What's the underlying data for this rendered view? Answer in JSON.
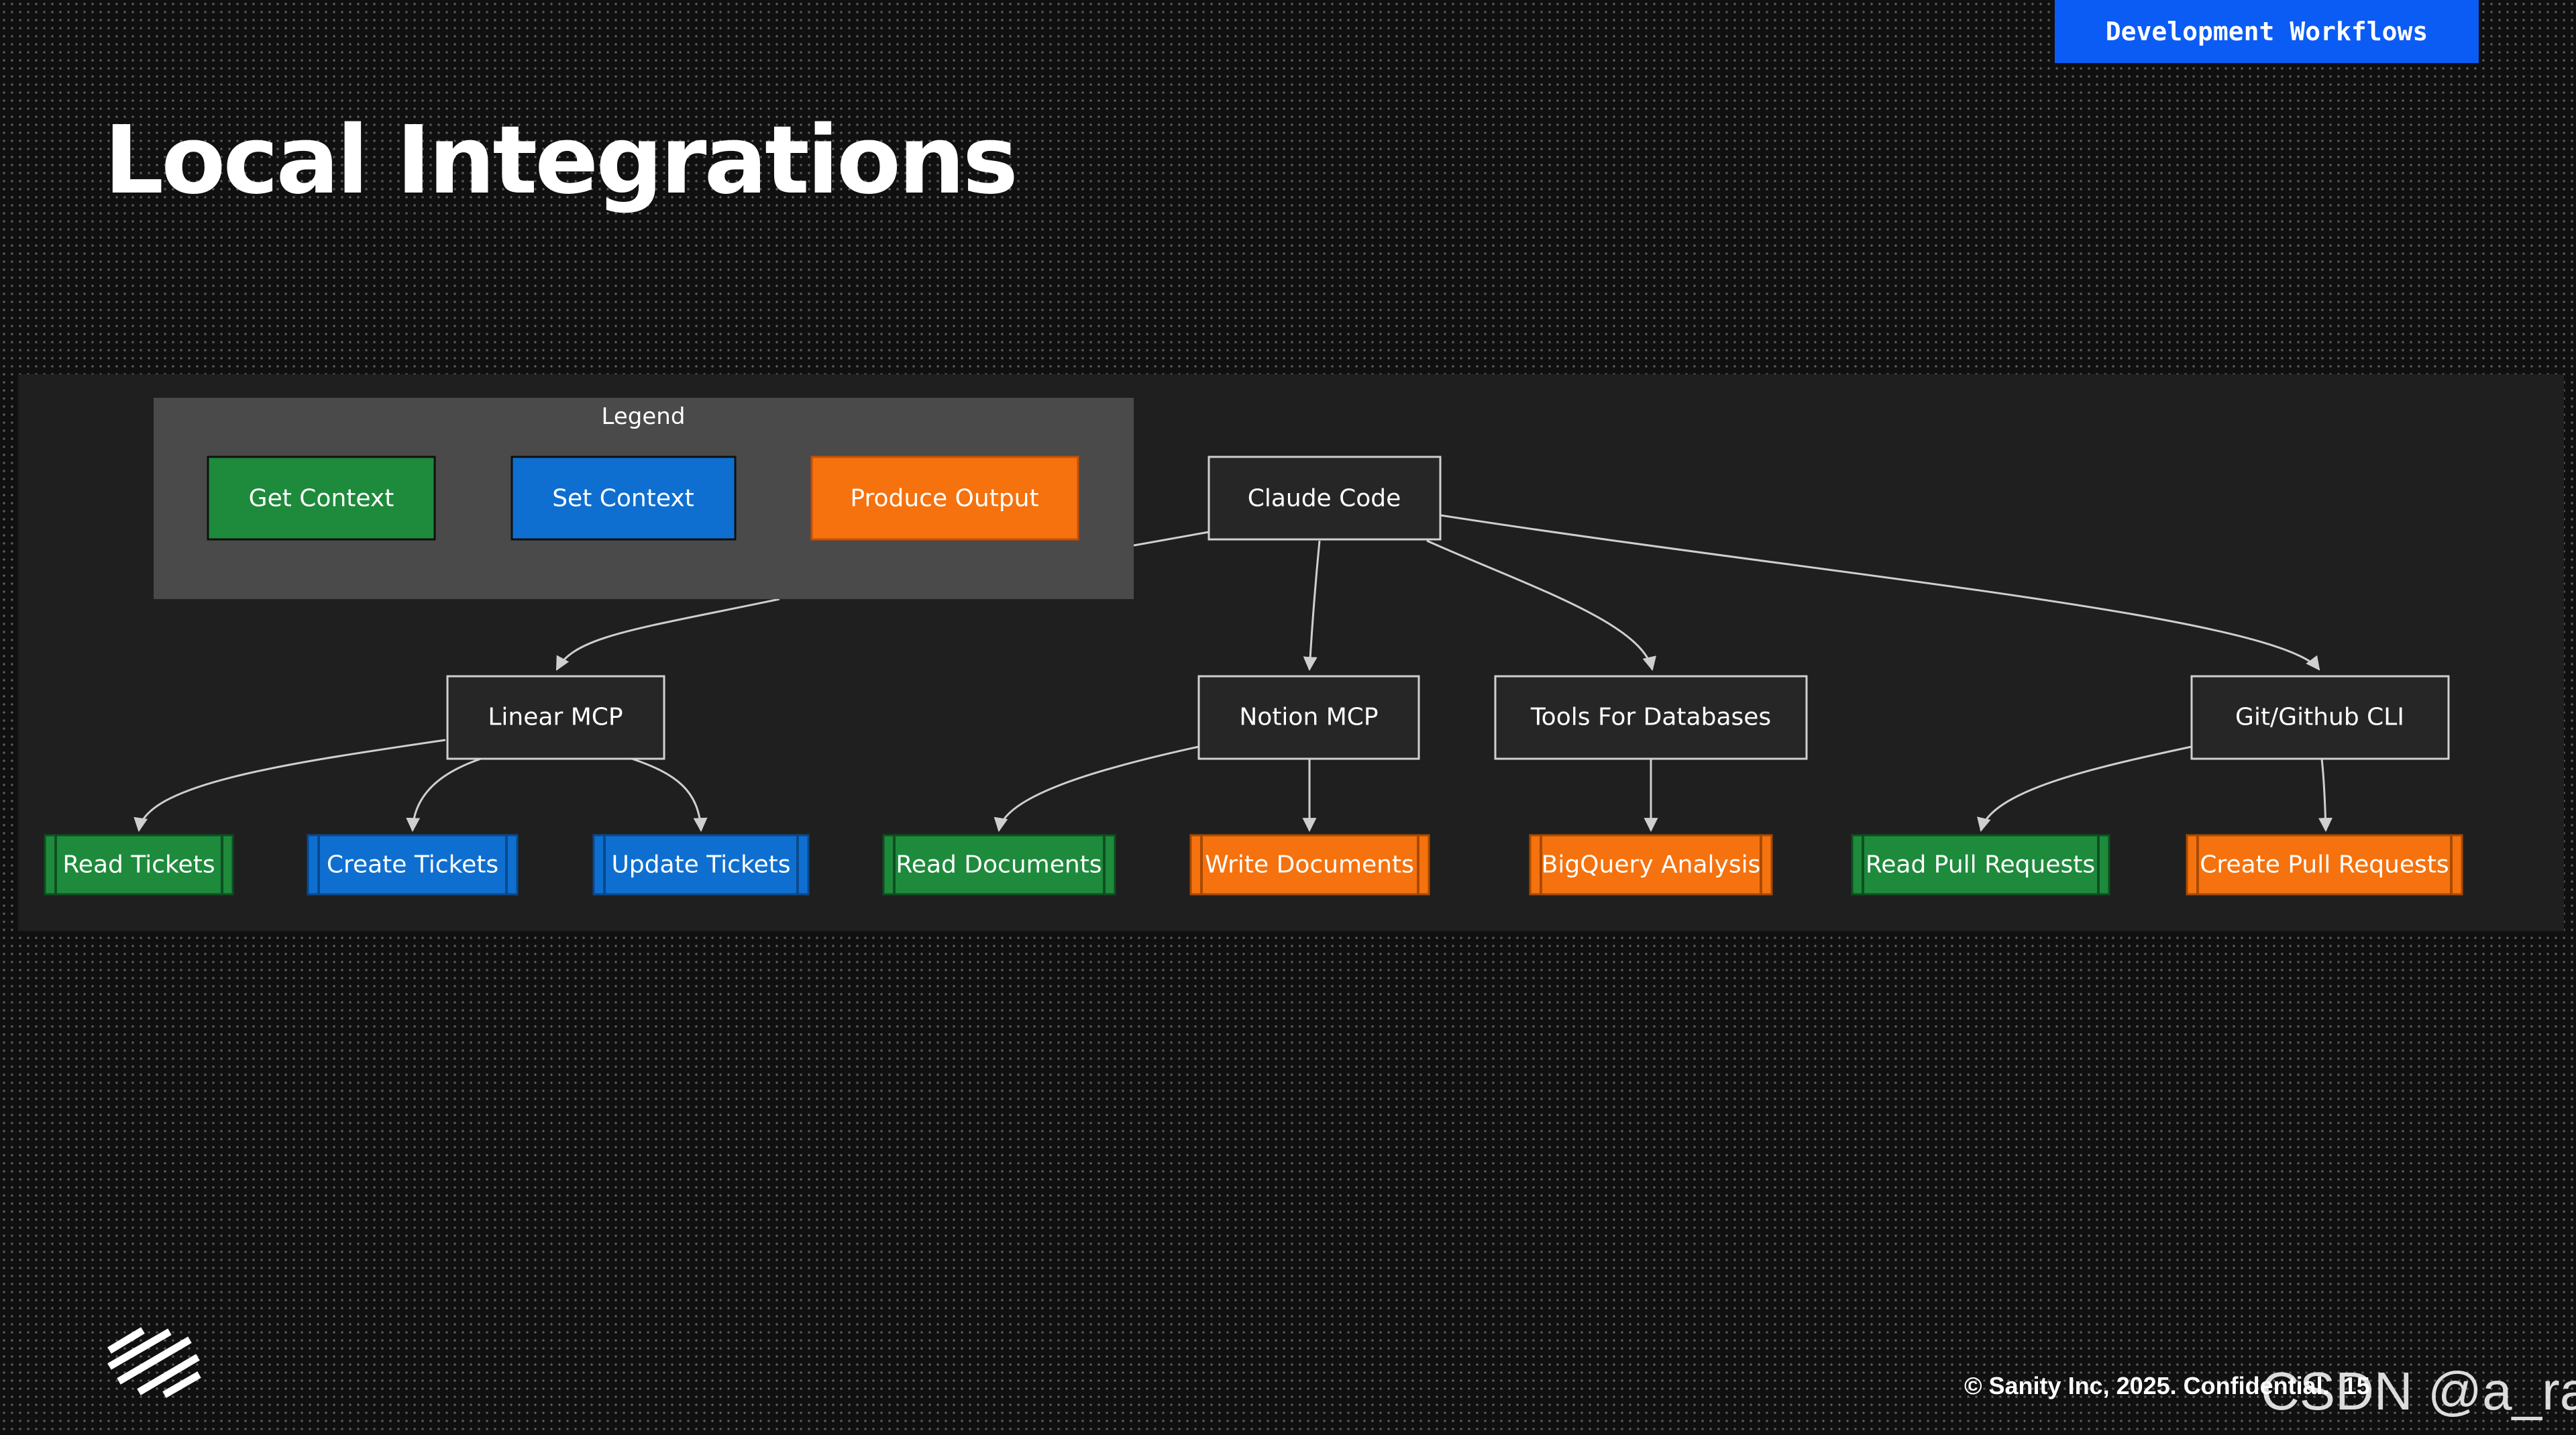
{
  "header": {
    "tag": "Development Workflows",
    "title": "Local Integrations"
  },
  "diagram": {
    "legend": {
      "title": "Legend",
      "items": [
        {
          "label": "Get Context",
          "color": "#1e8a3c"
        },
        {
          "label": "Set Context",
          "color": "#0f6fd0"
        },
        {
          "label": "Produce Output",
          "color": "#f5720e"
        }
      ]
    },
    "colors": {
      "get": "#1e8a3c",
      "set": "#0f6fd0",
      "output": "#f5720e",
      "node_fill": "#262626",
      "node_stroke": "#d0d0d0",
      "legend_fill": "#4a4a4a",
      "edge": "#cfcfcf"
    },
    "root": {
      "label": "Claude Code"
    },
    "tools": [
      {
        "label": "Linear MCP"
      },
      {
        "label": "Notion MCP"
      },
      {
        "label": "Tools For Databases"
      },
      {
        "label": "Git/Github CLI"
      }
    ],
    "actions": [
      {
        "label": "Read Tickets",
        "kind": "get",
        "parent": "Linear MCP"
      },
      {
        "label": "Create Tickets",
        "kind": "set",
        "parent": "Linear MCP"
      },
      {
        "label": "Update Tickets",
        "kind": "set",
        "parent": "Linear MCP"
      },
      {
        "label": "Read Documents",
        "kind": "get",
        "parent": "Notion MCP"
      },
      {
        "label": "Write Documents",
        "kind": "output",
        "parent": "Notion MCP"
      },
      {
        "label": "BigQuery Analysis",
        "kind": "output",
        "parent": "Tools For Databases"
      },
      {
        "label": "Read Pull Requests",
        "kind": "get",
        "parent": "Git/Github CLI"
      },
      {
        "label": "Create Pull Requests",
        "kind": "output",
        "parent": "Git/Github CLI"
      }
    ]
  },
  "footer": {
    "copyright": "© Sanity Inc, 2025. Confidential.",
    "page_number": "15",
    "watermark": "CSDN @a_ran"
  },
  "logo": {
    "icon": "sanity-logo-icon"
  }
}
